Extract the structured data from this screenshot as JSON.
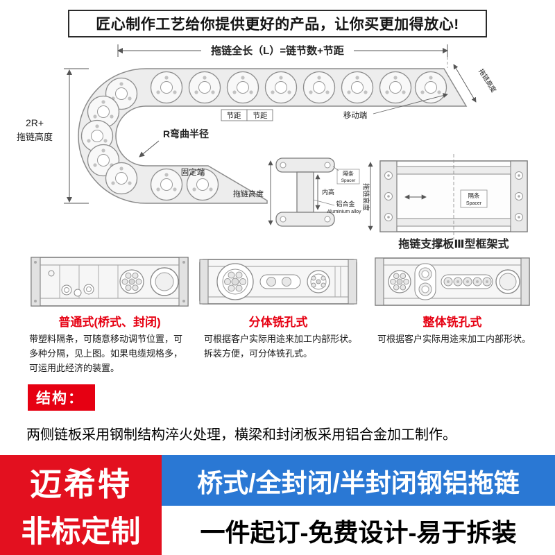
{
  "colors": {
    "accent_red": "#e60012",
    "brand_red": "#e3101f",
    "banner_blue": "#2a78d4"
  },
  "header": {
    "slogan": "匠心制作工艺给你提供更好的产品，让你买更加得放心!"
  },
  "diagram": {
    "total_length": "拖链全长（L）=链节数+节距",
    "left_dim_line1": "2R+",
    "left_dim_line2": "拖链高度",
    "bend_radius": "R弯曲半径",
    "pitch1": "节距",
    "pitch2": "节距",
    "moving_end": "移动端",
    "moving_end_height": "拖链高度",
    "fixed_end": "固定端",
    "section_height": "拖链高度",
    "inner_height": "内高",
    "aluminium_cn": "铝合金",
    "aluminium_en": "Aluminium alloy",
    "spacer_cn": "隔条",
    "spacer_en": "Spacer",
    "frame_height": "拖链高度",
    "frame_spacer_cn": "隔条",
    "frame_spacer_en": "Spacer",
    "frame_caption": "拖链支撑板Ⅲ型框架式"
  },
  "products": [
    {
      "name": "普通式(桥式、封闭)",
      "desc": "带塑料隔条，可随意移动调节位置，可多种分隔，见上图。如果电缆规格多，可运用此经济的装置。"
    },
    {
      "name": "分体铣孔式",
      "desc": "可根据客户实际用途来加工内部形状。拆装方便，可分体铣孔式。"
    },
    {
      "name": "整体铣孔式",
      "desc": "可根据客户实际用途来加工内部形状。"
    }
  ],
  "structure": {
    "heading": "结构：",
    "body": "两侧链板采用钢制结构淬火处理，横梁和封闭板采用铝合金加工制作。"
  },
  "footer": {
    "brand_line1": "迈希特",
    "brand_line2": "非标定制",
    "blue_banner": "桥式/全封闭/半封闭钢铝拖链",
    "white_banner": "一件起订-免费设计-易于拆装"
  }
}
